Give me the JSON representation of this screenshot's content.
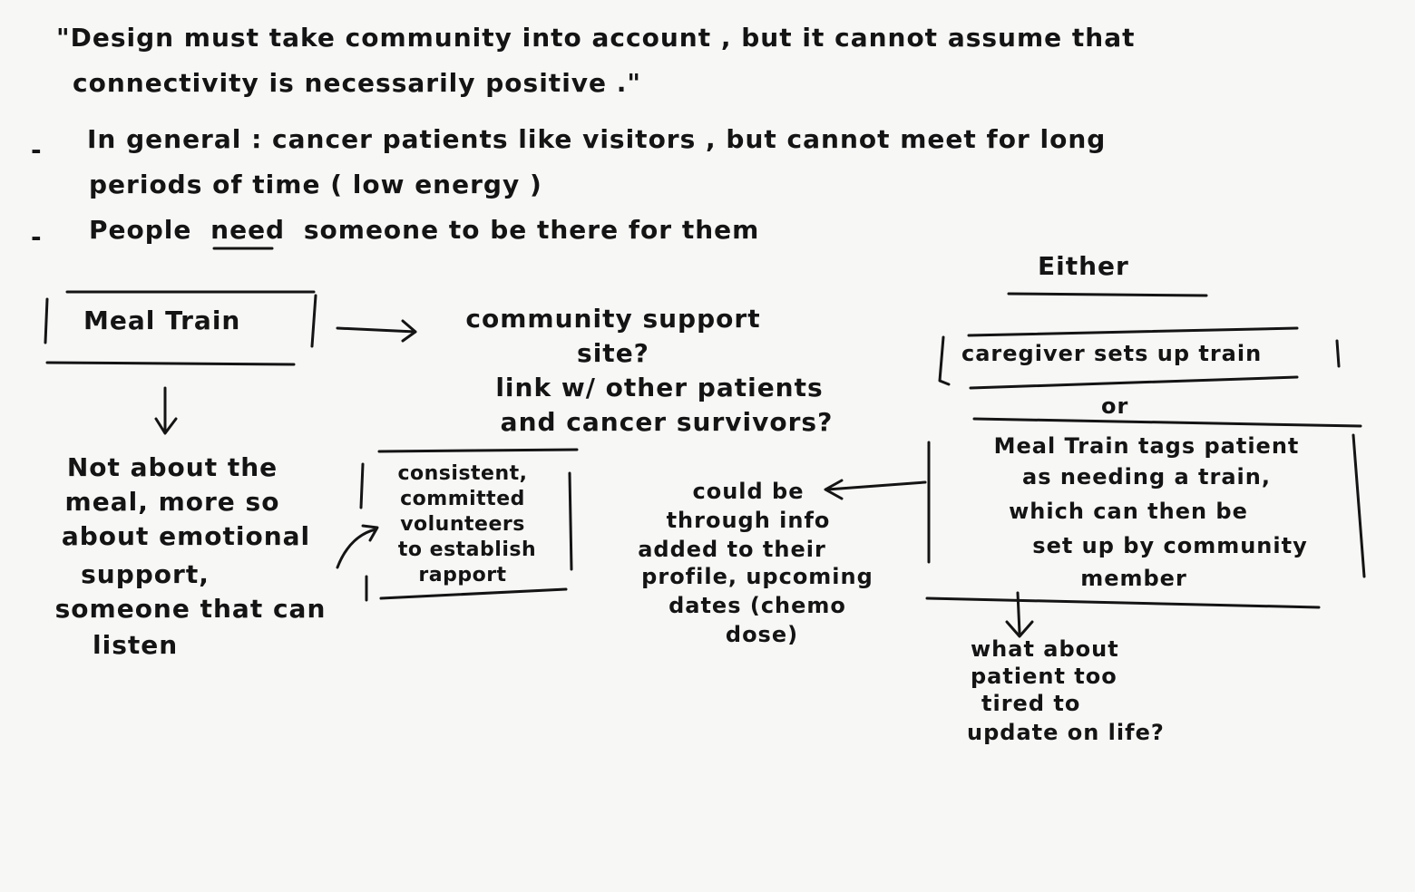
{
  "quote": {
    "line1": "\"Design must take community into account , but it cannot assume that",
    "line2": "connectivity is necessarily positive .\""
  },
  "bullets": [
    {
      "dash": "-",
      "line1": "In general : cancer patients like visitors , but cannot meet for long",
      "line2": "periods of time ( low energy )"
    },
    {
      "dash": "-",
      "prefix": "People",
      "emphasis": "need",
      "suffix": "someone to be there for them"
    }
  ],
  "meal_train": {
    "label": "Meal Train",
    "arrow_note": [
      "community support",
      "site?",
      "link w/ other patients",
      "and cancer survivors?"
    ],
    "down_note": [
      "Not about the",
      "meal, more so",
      "about emotional",
      "support,",
      "someone that can",
      "listen"
    ],
    "box_note": [
      "consistent,",
      "committed",
      "volunteers",
      "to establish",
      "rapport"
    ]
  },
  "either": {
    "heading": "Either",
    "option1": "caregiver sets up train",
    "or_label": "or",
    "option2": [
      "Meal Train tags patient",
      "as needing a train,",
      "which can then be",
      "set up by community",
      "member"
    ],
    "left_note": [
      "could be",
      "through info",
      "added to their",
      "profile, upcoming",
      "dates (chemo",
      "dose)"
    ],
    "down_note": [
      "what about",
      "patient too",
      "tired to",
      "update on life?"
    ]
  }
}
